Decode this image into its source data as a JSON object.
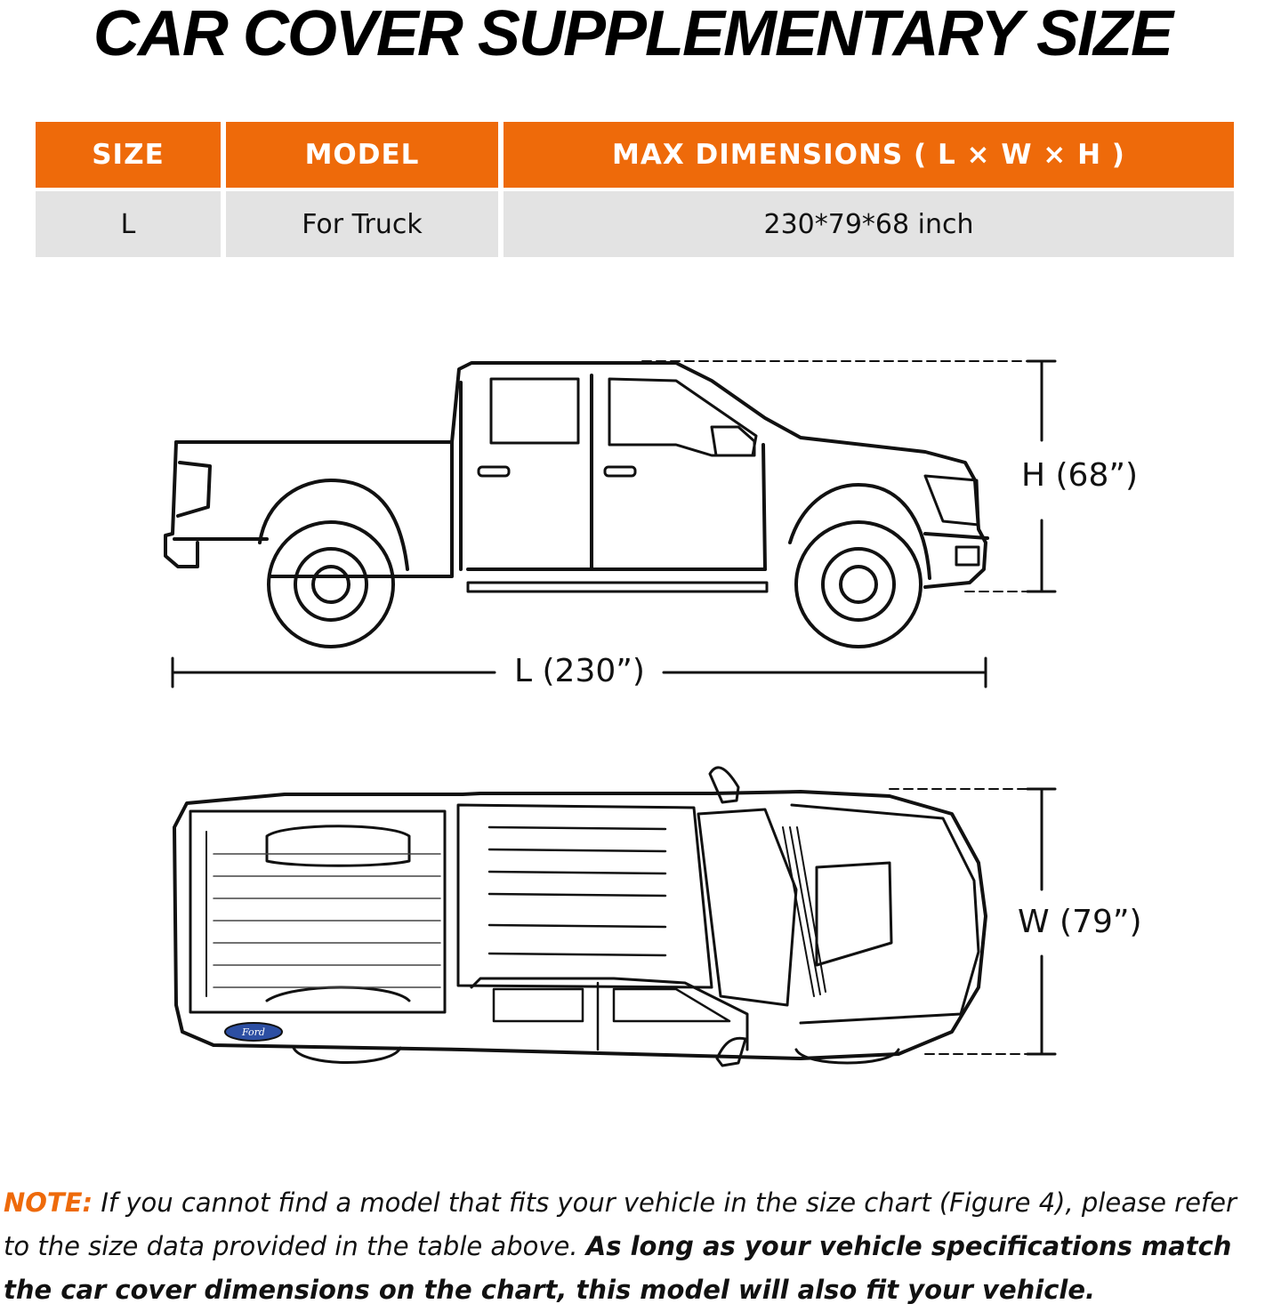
{
  "title": "CAR COVER SUPPLEMENTARY SIZE",
  "table": {
    "headers": [
      "SIZE",
      "MODEL",
      "MAX DIMENSIONS ( L × W × H )"
    ],
    "row": [
      "L",
      "For Truck",
      "230*79*68 inch"
    ]
  },
  "diagram": {
    "height_label": "H (68”)",
    "length_label": "L (230”)",
    "width_label": "W (79”)",
    "badge_text": "Ford"
  },
  "note": {
    "label": "NOTE:",
    "text_regular": "If you cannot find a model that fits your vehicle in the size chart (Figure 4), please refer to the size  data provided in the  table above.",
    "text_bold": "As long  as  your vehicle  specifications match  the car  cover dimensions  on the chart, this  model  will also fit  your vehicle."
  },
  "colors": {
    "accent": "#ee6a0a",
    "row_bg": "#e3e3e3"
  }
}
